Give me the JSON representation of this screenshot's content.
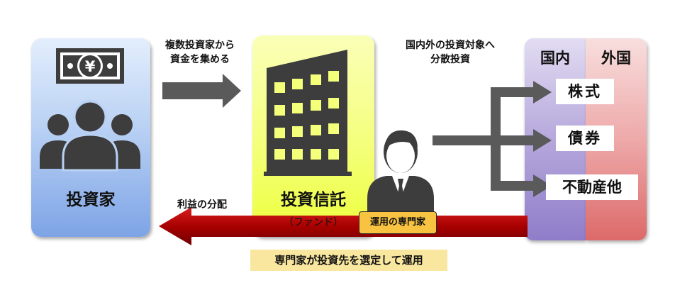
{
  "colors": {
    "investor": "#7ea4e6",
    "fund": "#ecff3c",
    "domestic": "#8f7dc9",
    "foreign": "#dd6a6a",
    "arrow_gray": "#5a5a5a",
    "arrow_red": "#b30000",
    "expert_badge": "#f7c341",
    "footer_highlight": "#f9e79f"
  },
  "investor": {
    "label": "投資家",
    "icons": [
      "yen-banknote-icon",
      "people-group-icon"
    ]
  },
  "fund": {
    "label": "投資信託",
    "sublabel": "（ファンド）",
    "icon": "office-building-icon"
  },
  "expert": {
    "label": "運用の専門家",
    "icon": "businessman-icon"
  },
  "flows": {
    "collect_line1": "複数投資家から",
    "collect_line2": "資金を集める",
    "diversify_line1": "国内外の投資対象へ",
    "diversify_line2": "分散投資",
    "profit": "利益の分配"
  },
  "markets": {
    "domestic": "国内",
    "foreign": "外国"
  },
  "assets": {
    "stocks": "株式",
    "bonds": "債券",
    "real_estate": "不動産他"
  },
  "footer": "専門家が投資先を選定して運用"
}
